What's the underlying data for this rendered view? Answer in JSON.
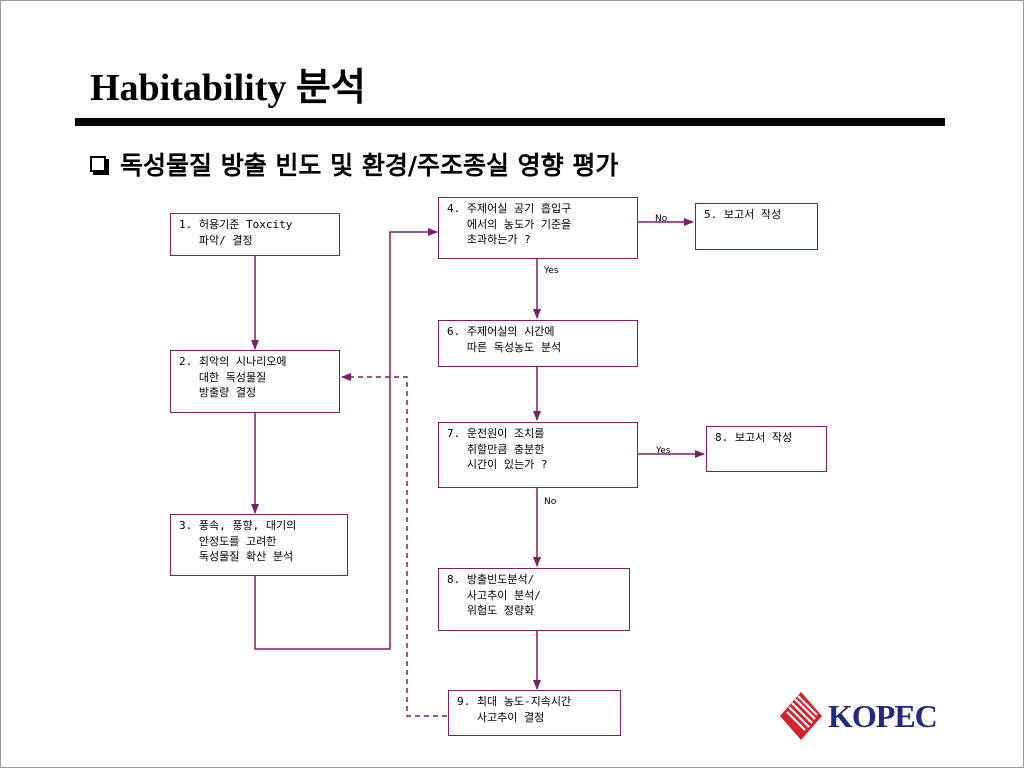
{
  "title": "Habitability 분석",
  "subtitle": "독성물질 방출 빈도 및 환경/주조종실 영향 평가",
  "boxes": {
    "b1": "1. 허용기준 Toxcity\n   파악/ 결정",
    "b2": "2. 최악의 시나리오에\n   대한 독성물질\n   방출량 결정",
    "b3": "3. 풍속, 풍향, 대기의\n   안정도를 고려한\n   독성물질 확산 분석",
    "b4": "4. 주제어실 공기 흡입구\n   에서의 농도가 기준을\n   초과하는가 ?",
    "b5": "5. 보고서 작성",
    "b6": "6. 주제어실의 시간에\n   따른 독성농도 분석",
    "b7": "7. 운전원이 조치를\n   취할만큼 충분한\n   시간이 있는가 ?",
    "b8a": "8. 보고서 작성",
    "b8b": "8. 방출빈도분석/\n   사고추이 분석/\n   위험도 정량화",
    "b9": "9. 최대 농도-지속시간\n   사고추이 결정"
  },
  "labels": {
    "no1": "No",
    "yes1": "Yes",
    "yes2": "Yes",
    "no2": "No"
  },
  "logo": {
    "text": "KOPEC"
  },
  "colors": {
    "box_border": "#7a1f66",
    "arrow": "#7a1f66",
    "title_bar": "#000000",
    "logo": "#1f2a80",
    "logo_mark": "#d6202a"
  }
}
